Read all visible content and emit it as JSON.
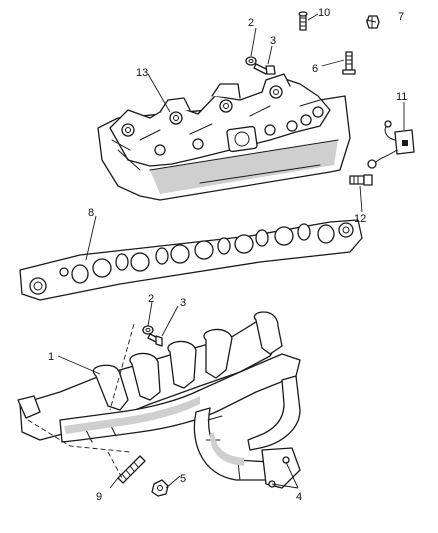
{
  "callouts": {
    "c1": "1",
    "c2_top": "2",
    "c2_bottom": "2",
    "c3_top": "3",
    "c3_bottom": "3",
    "c4": "4",
    "c5": "5",
    "c6": "6",
    "c7": "7",
    "c8": "8",
    "c9": "9",
    "c10": "10",
    "c11": "11",
    "c12": "12",
    "c13": "13"
  }
}
